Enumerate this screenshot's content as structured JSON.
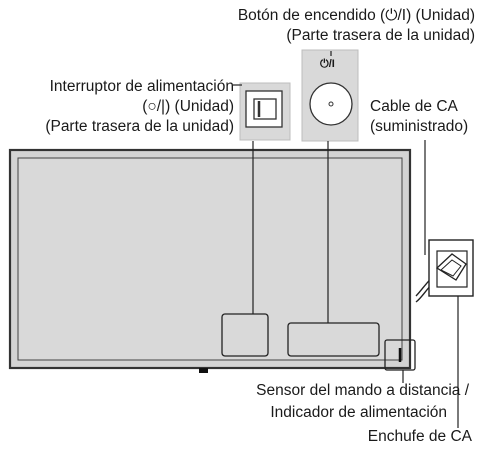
{
  "labels": {
    "power_button_l1": "Botón de encendido (⏻/I) (Unidad)",
    "power_button_l2": "(Parte trasera de la unidad)",
    "power_switch_l1": "Interruptor de alimentación",
    "power_switch_l2": "(○/|) (Unidad)",
    "power_switch_l3": "(Parte trasera de la unidad)",
    "ac_cable_l1": "Cable de CA",
    "ac_cable_l2": "(suministrado)",
    "sensor_l1": "Sensor del mando a distancia /",
    "sensor_l2": "Indicador de alimentación",
    "ac_plug": "Enchufe de CA",
    "button_symbol": "⏻/I"
  }
}
